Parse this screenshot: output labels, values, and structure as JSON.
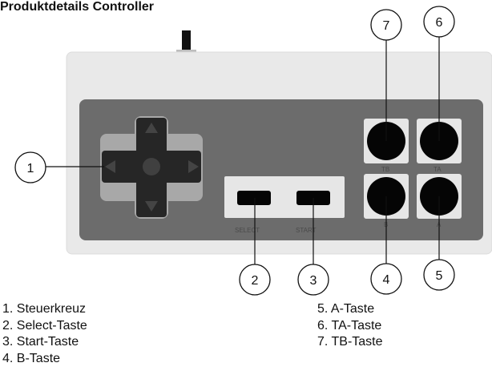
{
  "title": "Produktdetails Controller",
  "controller": {
    "select_label": "SELECT",
    "start_label": "START",
    "tb_label": "TB",
    "ta_label": "TA",
    "b_label": "B",
    "a_label": "A"
  },
  "callouts": [
    "1",
    "2",
    "3",
    "4",
    "5",
    "6",
    "7"
  ],
  "legend_left": [
    "1. Steuerkreuz",
    "2. Select-Taste",
    "3. Start-Taste",
    "4. B-Taste"
  ],
  "legend_right": [
    "5. A-Taste",
    "6. TA-Taste",
    "7. TB-Taste"
  ],
  "colors": {
    "body": "#e9e9e9",
    "panel": "#6c6c6c",
    "dpad": "#262626",
    "button": "#050505",
    "button_bg": "#e6e6e6"
  }
}
